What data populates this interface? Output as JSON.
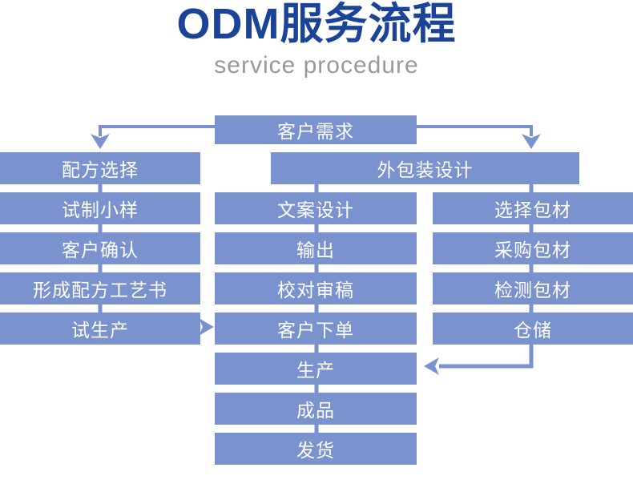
{
  "header": {
    "title": "ODM服务流程",
    "subtitle": "service procedure"
  },
  "colors": {
    "title_blue": "#1b4499",
    "subtitle_gray": "#999999",
    "node_fill": "#7a92cd",
    "node_text": "#ffffff",
    "connector": "#7a92cd"
  },
  "flowchart": {
    "start": "客户需求",
    "left_column": [
      "配方选择",
      "试制小样",
      "客户确认",
      "形成配方工艺书",
      "试生产"
    ],
    "packaging_header": "外包装设计",
    "middle_column": [
      "文案设计",
      "输出",
      "校对审稿",
      "客户下单",
      "生产",
      "成品",
      "发货"
    ],
    "right_column": [
      "选择包材",
      "采购包材",
      "检测包材",
      "仓储"
    ]
  }
}
